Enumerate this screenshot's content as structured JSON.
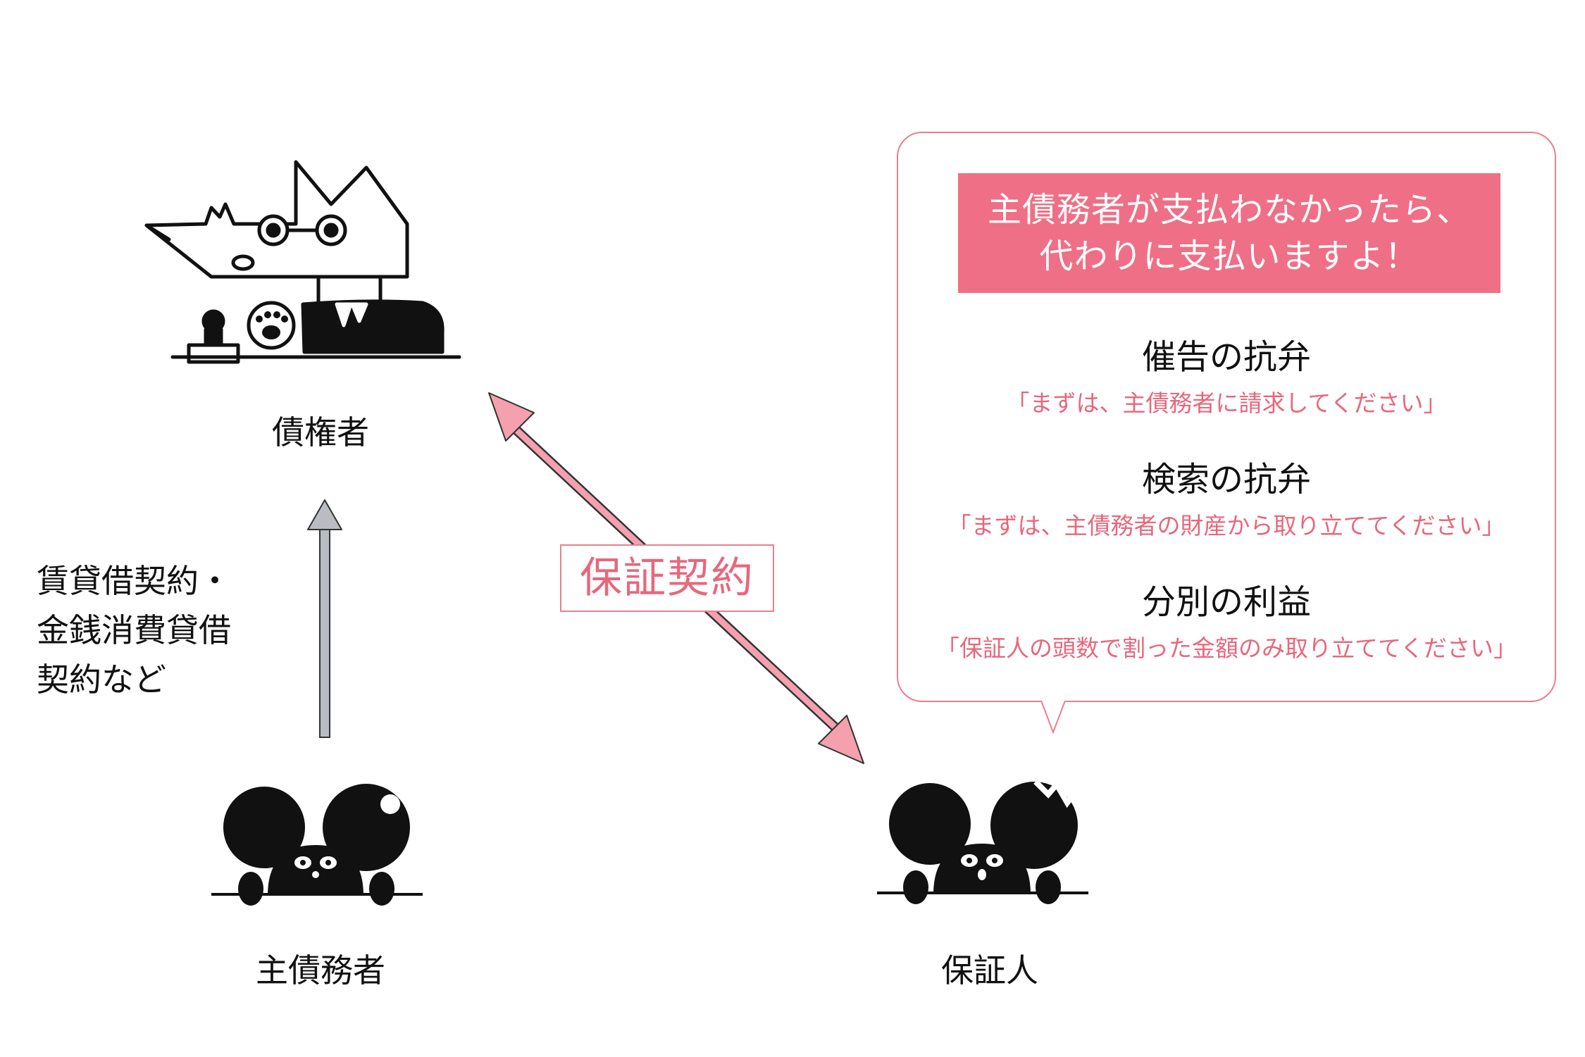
{
  "parties": {
    "creditor": "債権者",
    "principal_debtor": "主債務者",
    "guarantor": "保証人"
  },
  "loan_contract_label": [
    "賃貸借契約・",
    "金銭消費貸借",
    "契約など"
  ],
  "guarantee_contract_label": "保証契約",
  "speech_bubble": {
    "headline_line1": "主債務者が支払わなかったら、",
    "headline_line2": "代わりに支払いますよ！",
    "defenses": [
      {
        "title": "催告の抗弁",
        "description": "「まずは、主債務者に請求してください」"
      },
      {
        "title": "検索の抗弁",
        "description": "「まずは、主債務者の財産から取り立ててください」"
      },
      {
        "title": "分別の利益",
        "description": "「保証人の頭数で割った金額のみ取り立ててください」"
      }
    ]
  },
  "colors": {
    "accent_pink": "#ef6f86",
    "arrow_pink": "#f4a0ae",
    "arrow_gray": "#b9bcc3",
    "ink": "#111111"
  }
}
